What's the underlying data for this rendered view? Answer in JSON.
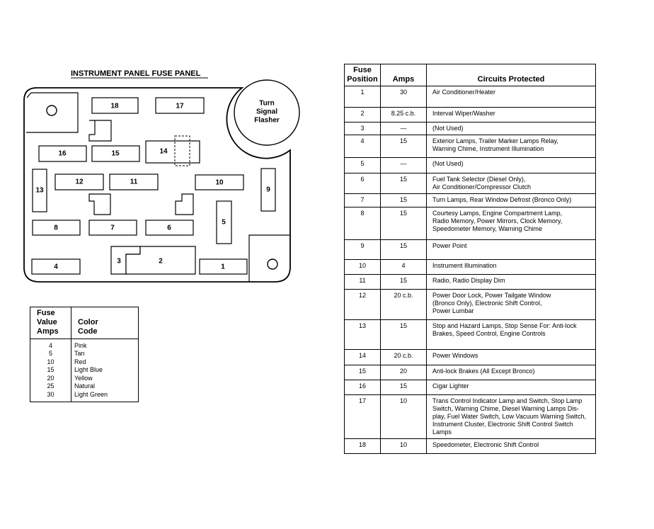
{
  "panel": {
    "title": "INSTRUMENT PANEL FUSE PANEL",
    "flasher_label": [
      "Turn",
      "Signal",
      "Flasher"
    ],
    "fuse_labels": {
      "f18": "18",
      "f17": "17",
      "f16": "16",
      "f15": "15",
      "f14": "14",
      "f13": "13",
      "f12": "12",
      "f11": "11",
      "f10": "10",
      "f9": "9",
      "f8": "8",
      "f7": "7",
      "f6": "6",
      "f5": "5",
      "f4": "4",
      "f3": "3",
      "f2": "2",
      "f1": "1"
    }
  },
  "color_table": {
    "header_amps": [
      "Fuse",
      "Value",
      "Amps"
    ],
    "header_color": [
      "Color",
      "Code"
    ],
    "rows": [
      {
        "amps": "4",
        "color": "Pink"
      },
      {
        "amps": "5",
        "color": "Tan"
      },
      {
        "amps": "10",
        "color": "Red"
      },
      {
        "amps": "15",
        "color": "Light Blue"
      },
      {
        "amps": "20",
        "color": "Yellow"
      },
      {
        "amps": "25",
        "color": "Natural"
      },
      {
        "amps": "30",
        "color": "Light Green"
      }
    ]
  },
  "circuit_table": {
    "header_position": [
      "Fuse",
      "Position"
    ],
    "header_amps": "Amps",
    "header_circuits": "Circuits Protected",
    "rows": [
      {
        "pos": "1",
        "amps": "30",
        "circuits": [
          "Air Conditioner/Heater"
        ]
      },
      {
        "pos": "2",
        "amps": "8.25 c.b.",
        "circuits": [
          "Interval Wiper/Washer"
        ]
      },
      {
        "pos": "3",
        "amps": "—",
        "circuits": [
          "(Not Used)"
        ]
      },
      {
        "pos": "4",
        "amps": "15",
        "circuits": [
          "Exterior Lamps, Trailer Marker Lamps Relay,",
          "Warning Chime, Instrument Illumination"
        ]
      },
      {
        "pos": "5",
        "amps": "—",
        "circuits": [
          "(Not Used)"
        ]
      },
      {
        "pos": "6",
        "amps": "15",
        "circuits": [
          "Fuel Tank Selector (Diesel Only),",
          "Air Conditioner/Compressor Clutch"
        ]
      },
      {
        "pos": "7",
        "amps": "15",
        "circuits": [
          "Turn Lamps, Rear Window Defrost (Bronco Only)"
        ]
      },
      {
        "pos": "8",
        "amps": "15",
        "circuits": [
          "Courtesy Lamps, Engine Compartment Lamp,",
          "Radio Memory, Power Mirrors, Clock Memory,",
          "Speedometer Memory, Warning Chime"
        ]
      },
      {
        "pos": "9",
        "amps": "15",
        "circuits": [
          "Power Point"
        ]
      },
      {
        "pos": "10",
        "amps": "4",
        "circuits": [
          "Instrument Illumination"
        ]
      },
      {
        "pos": "11",
        "amps": "15",
        "circuits": [
          "Radio, Radio Display Dim"
        ]
      },
      {
        "pos": "12",
        "amps": "20 c.b.",
        "circuits": [
          "Power Door Lock, Power Tailgate Window",
          "(Bronco Only), Electronic Shift Control,",
          "Power Lumbar"
        ]
      },
      {
        "pos": "13",
        "amps": "15",
        "circuits": [
          "Stop and Hazard Lamps, Stop Sense For: Anti-lock",
          "Brakes, Speed Control, Engine Controls"
        ]
      },
      {
        "pos": "14",
        "amps": "20 c.b.",
        "circuits": [
          "Power Windows"
        ]
      },
      {
        "pos": "15",
        "amps": "20",
        "circuits": [
          "Anti-lock Brakes (All Except Bronco)"
        ]
      },
      {
        "pos": "16",
        "amps": "15",
        "circuits": [
          "Cigar Lighter"
        ]
      },
      {
        "pos": "17",
        "amps": "10",
        "circuits": [
          "Trans Control Indicator Lamp and Switch, Stop Lamp",
          "Switch, Warning Chime, Diesel Warning Lamps Dis-",
          "play, Fuel Water Switch, Low Vacuum Warning Switch,",
          "Instrument Cluster, Electronic Shift Control Switch",
          "Lamps"
        ]
      },
      {
        "pos": "18",
        "amps": "10",
        "circuits": [
          "Speedometer, Electronic Shift Control"
        ]
      }
    ]
  }
}
